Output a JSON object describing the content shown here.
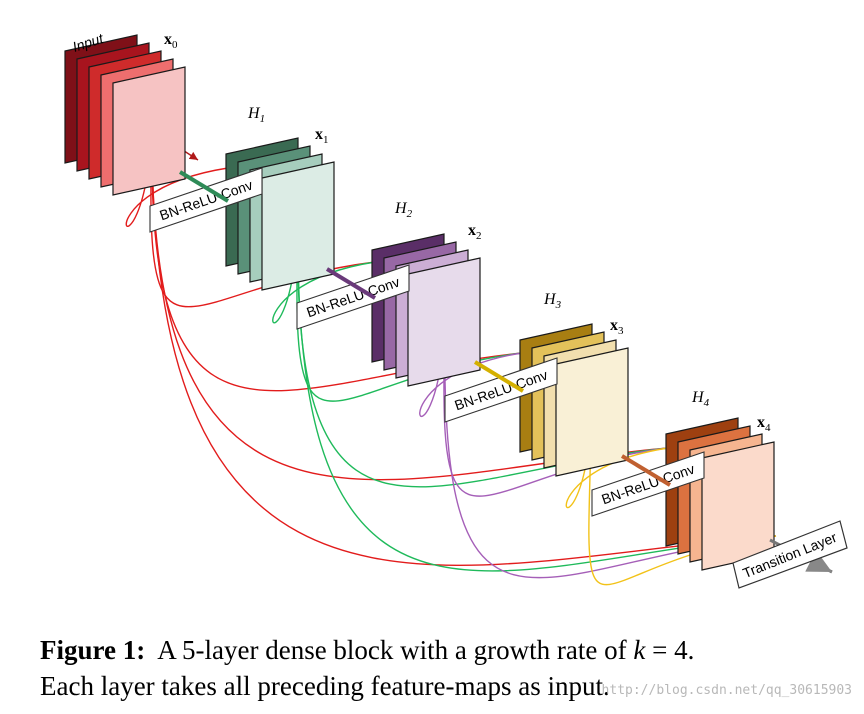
{
  "labels": {
    "input": "Input",
    "transition": "Transition Layer",
    "conv": "BN-ReLU-Conv",
    "x_letter": "x",
    "h_letter": "H"
  },
  "layers": [
    {
      "x_sub": "0",
      "h_sub": "",
      "colors": [
        "#7f1018",
        "#a8141e",
        "#cf2b2b",
        "#ee6e6e",
        "#f6c3c3"
      ]
    },
    {
      "x_sub": "1",
      "h_sub": "1",
      "colors": [
        "#3a6a52",
        "#5a9179",
        "#a6cdbd",
        "#dcece5"
      ]
    },
    {
      "x_sub": "2",
      "h_sub": "2",
      "colors": [
        "#5a2e67",
        "#9868a5",
        "#ccaed5",
        "#e7dbeb"
      ]
    },
    {
      "x_sub": "3",
      "h_sub": "3",
      "colors": [
        "#a87e12",
        "#e3c15a",
        "#f2dfae",
        "#f9f0d6"
      ]
    },
    {
      "x_sub": "4",
      "h_sub": "4",
      "colors": [
        "#9e4010",
        "#dc7240",
        "#f6b590",
        "#fbdacb"
      ]
    }
  ],
  "connection_colors": [
    "#e21c1c",
    "#1fba5b",
    "#a55fb8",
    "#f2c218"
  ],
  "caption": {
    "figure_label": "Figure 1:",
    "text_before": "A 5-layer dense block with a growth rate of",
    "k": "k",
    "equals": "= 4.",
    "line2": "Each layer takes all preceding feature-maps as input."
  },
  "watermark": "http://blog.csdn.net/qq_30615903"
}
